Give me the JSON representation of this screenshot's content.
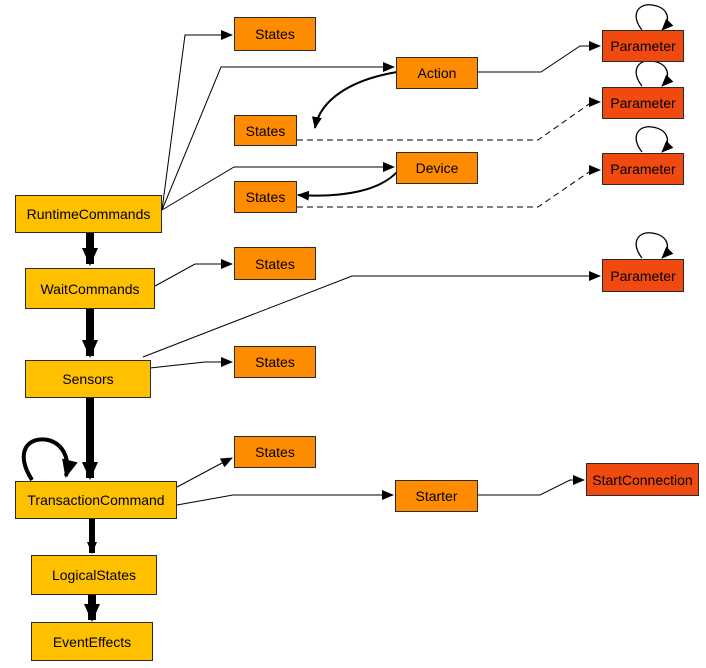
{
  "colors": {
    "yellow": "#ffc000",
    "orange": "#ff8c00",
    "red": "#f04a10",
    "line": "#000000"
  },
  "nodes": {
    "runtime_commands": "RuntimeCommands",
    "wait_commands": "WaitCommands",
    "sensors": "Sensors",
    "transaction_command": "TransactionCommand",
    "logical_states": "LogicalStates",
    "event_effects": "EventEffects",
    "states_1": "States",
    "states_2": "States",
    "states_3": "States",
    "states_4": "States",
    "states_5": "States",
    "states_6": "States",
    "action": "Action",
    "device": "Device",
    "starter": "Starter",
    "parameter_1": "Parameter",
    "parameter_2": "Parameter",
    "parameter_3": "Parameter",
    "parameter_4": "Parameter",
    "start_connection": "StartConnection"
  }
}
